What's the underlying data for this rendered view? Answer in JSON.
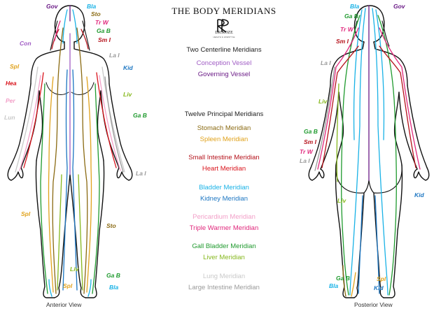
{
  "title": "THE BODY MERIDIANS",
  "logo": {
    "text": "DR.ROZE",
    "sub": "HEALTH & LIFESTYLE"
  },
  "sections": {
    "centerline_heading": "Two Centerline Meridians",
    "principal_heading": "Twelve Principal Meridians"
  },
  "meridians": {
    "conception": {
      "label": "Conception Vessel",
      "color": "#a05cc4"
    },
    "governing": {
      "label": "Governing Vessel",
      "color": "#6a1a86"
    },
    "stomach": {
      "label": "Stomach Meridian",
      "color": "#8a6a12"
    },
    "spleen": {
      "label": "Spleen Meridian",
      "color": "#e0a21c"
    },
    "small_intestine": {
      "label": "Small Intestine Meridian",
      "color": "#b5121b"
    },
    "heart": {
      "label": "Heart Meridian",
      "color": "#d9141c"
    },
    "bladder": {
      "label": "Bladder Meridian",
      "color": "#19b2e6"
    },
    "kidney": {
      "label": "Kidney Meridian",
      "color": "#1c76c2"
    },
    "pericardium": {
      "label": "Pericardium Meridian",
      "color": "#f2a0c8"
    },
    "triple_warmer": {
      "label": "Triple Warmer Meridian",
      "color": "#e0287c"
    },
    "gall_bladder": {
      "label": "Gall Bladder Meridian",
      "color": "#1f9a2e"
    },
    "liver": {
      "label": "Liver Meridian",
      "color": "#86b81e"
    },
    "lung": {
      "label": "Lung Meridian",
      "color": "#c9c9c9"
    },
    "large_intestine": {
      "label": "Large Intestine Meridian",
      "color": "#9a9a9a"
    }
  },
  "anterior": {
    "view_label": "Anterior View",
    "tags": {
      "gov": "Gov",
      "bla": "Bla",
      "sto": "Sto",
      "trw": "Tr W",
      "gab": "Ga B",
      "smi": "Sm I",
      "con": "Con",
      "lai": "La I",
      "spl": "Spl",
      "kid": "Kid",
      "hea": "Hea",
      "liv": "Liv",
      "per": "Per",
      "gab2": "Ga B",
      "lun": "Lun",
      "lai2": "La I",
      "spl2": "Spl",
      "sto2": "Sto",
      "liv2": "Liv",
      "gab3": "Ga B",
      "spl3": "Spl",
      "bla2": "Bla"
    }
  },
  "posterior": {
    "view_label": "Posterior View",
    "tags": {
      "bla": "Bla",
      "gov": "Gov",
      "gab": "Ga B",
      "trw": "Tr W",
      "smi": "Sm I",
      "lai": "La I",
      "liv": "Liv",
      "gab2": "Ga B",
      "smi2": "Sm I",
      "trw2": "Tr W",
      "lai2": "La I",
      "kid": "Kid",
      "liv2": "Liv",
      "gab3": "Ga B",
      "spl": "Spl",
      "bla2": "Bla",
      "kid2": "Kid"
    }
  }
}
